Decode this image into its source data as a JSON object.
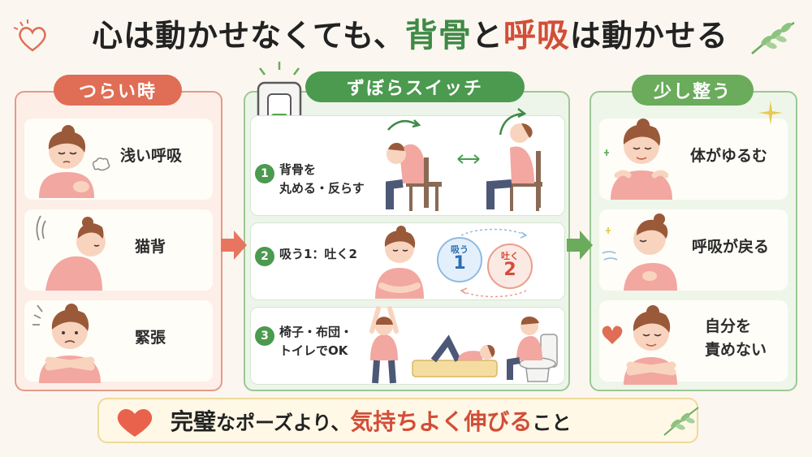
{
  "title": {
    "part1": "心は動かせなくても、",
    "part2": "背骨",
    "part3": "と",
    "part4": "呼吸",
    "part5": "は動かせる"
  },
  "columns": {
    "left": {
      "header": "つらい時",
      "items": [
        {
          "label": "浅い呼吸"
        },
        {
          "label": "猫背"
        },
        {
          "label": "緊張"
        }
      ]
    },
    "middle": {
      "header": "ずぼらスイッチ",
      "steps": [
        {
          "number": "1",
          "line1": "背骨を",
          "line2": "丸める・反らす"
        },
        {
          "number": "2",
          "line1": "吸う1：吐く2"
        },
        {
          "number": "3",
          "line1": "椅子・布団・",
          "line2": "トイレでOK"
        }
      ],
      "breath": {
        "inhale_label": "吸う",
        "inhale_count": "1",
        "exhale_label": "吐く",
        "exhale_count": "2"
      }
    },
    "right": {
      "header": "少し整う",
      "items": [
        {
          "line1": "体がゆるむ"
        },
        {
          "line1": "呼吸が戻る"
        },
        {
          "line1": "自分を",
          "line2": "責めない"
        }
      ]
    }
  },
  "banner": {
    "part1": "完璧",
    "part2": "なポーズより、",
    "part3": "気持ちよく伸びる",
    "part4": "こと"
  },
  "colors": {
    "accent_red": "#d24e38",
    "accent_green": "#3f8a46",
    "left_panel": "#fdeee8",
    "right_panel": "#eef6e9",
    "banner_bg": "#fff8e6"
  }
}
